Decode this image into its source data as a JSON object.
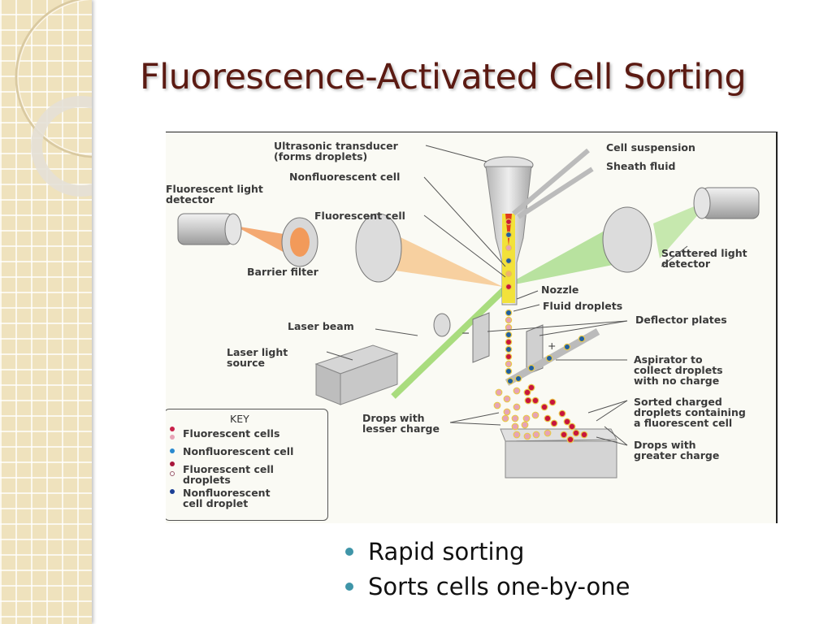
{
  "slide": {
    "title": "Fluorescence-Activated Cell Sorting",
    "colors": {
      "title": "#5b1a12",
      "bullet": "#3f95a8",
      "sidebar": "#efe2bd"
    }
  },
  "figure": {
    "labels": {
      "ultrasonic_transducer": "Ultrasonic transducer\n(forms droplets)",
      "nonfluorescent_cell": "Nonfluorescent cell",
      "fluorescent_light_detector": "Fluorescent light\ndetector",
      "fluorescent_cell": "Fluorescent cell",
      "barrier_filter": "Barrier filter",
      "cell_suspension": "Cell suspension",
      "sheath_fluid": "Sheath fluid",
      "scattered_light_detector": "Scattered light\ndetector",
      "nozzle": "Nozzle",
      "fluid_droplets": "Fluid droplets",
      "deflector_plates": "Deflector plates",
      "laser_beam": "Laser beam",
      "laser_light_source": "Laser light\nsource",
      "aspirator": "Aspirator to\ncollect droplets\nwith no charge",
      "drops_lesser_charge": "Drops with\nlesser charge",
      "sorted_charged_droplets": "Sorted charged\ndroplets containing\na fluorescent cell",
      "drops_greater_charge": "Drops with\ngreater charge",
      "plus_sign": "+",
      "minus_sign": "−"
    },
    "key": {
      "title": "KEY",
      "items": [
        {
          "label": "Fluorescent cells"
        },
        {
          "label": "Nonfluorescent cell"
        },
        {
          "label": "Fluorescent cell\ndroplets"
        },
        {
          "label": "Nonfluorescent\ncell droplet"
        }
      ]
    }
  },
  "bullets": [
    "Rapid sorting",
    "Sorts cells one-by-one"
  ]
}
